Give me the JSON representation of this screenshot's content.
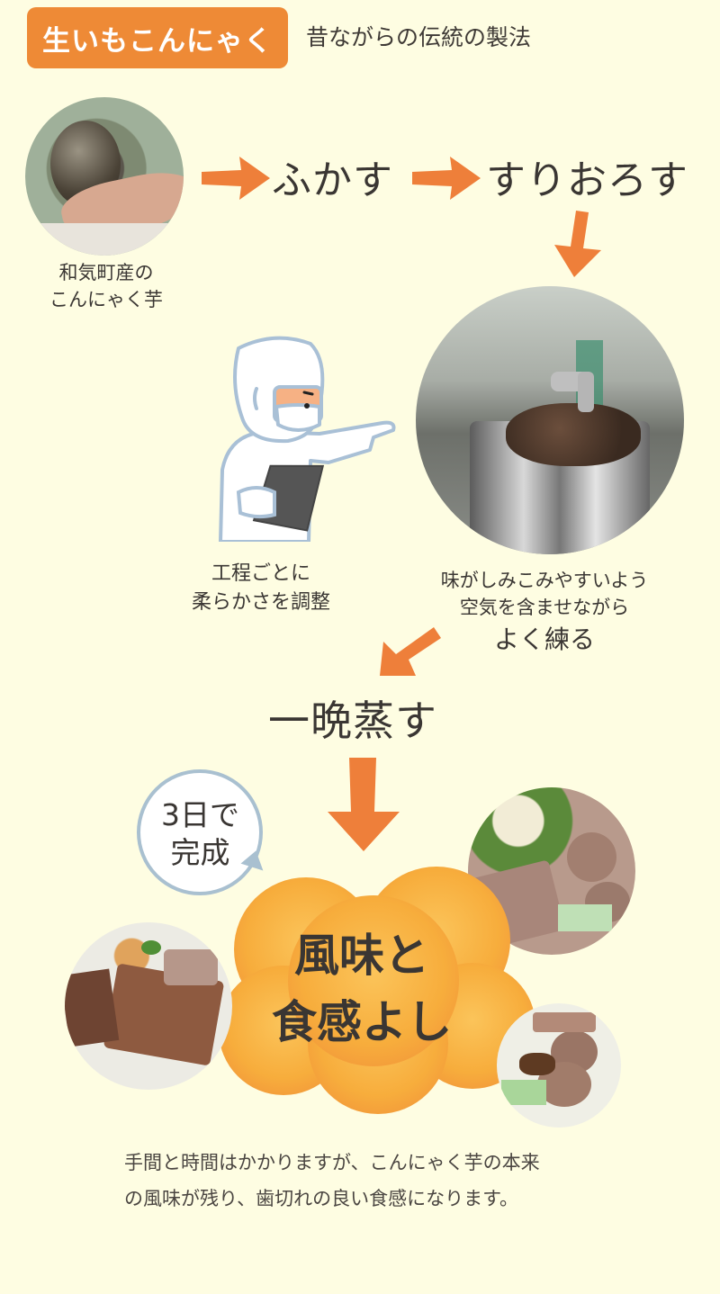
{
  "header": {
    "badge_label": "生いもこんにゃく",
    "subtitle": "昔ながらの伝統の製法"
  },
  "steps": {
    "start_caption_line1": "和気町産の",
    "start_caption_line2": "こんにゃく芋",
    "step1": "ふかす",
    "step2": "すりおろす",
    "worker_caption_line1": "工程ごとに",
    "worker_caption_line2": "柔らかさを調整",
    "knead_caption_line1": "味がしみこみやすいよう",
    "knead_caption_line2": "空気を含ませながら",
    "knead_caption_line3": "よく練る",
    "step3": "一晩蒸す"
  },
  "result": {
    "bubble_line1": "3日で",
    "bubble_line2": "完成",
    "cloud_line1": "風味と",
    "cloud_line2": "食感よし"
  },
  "footer": {
    "line1": "手間と時間はかかりますが、こんにゃく芋の本来",
    "line2": "の風味が残り、歯切れの良い食感になります。"
  },
  "colors": {
    "background": "#fefde2",
    "accent_orange": "#ee8a36",
    "arrow_orange": "#ee7f3a",
    "bubble_border": "#a9c0d0",
    "text": "#3a3633"
  },
  "icons": {
    "arrow_right": "arrow-right-icon",
    "arrow_down": "arrow-down-icon",
    "arrow_down_left": "arrow-down-left-icon"
  }
}
